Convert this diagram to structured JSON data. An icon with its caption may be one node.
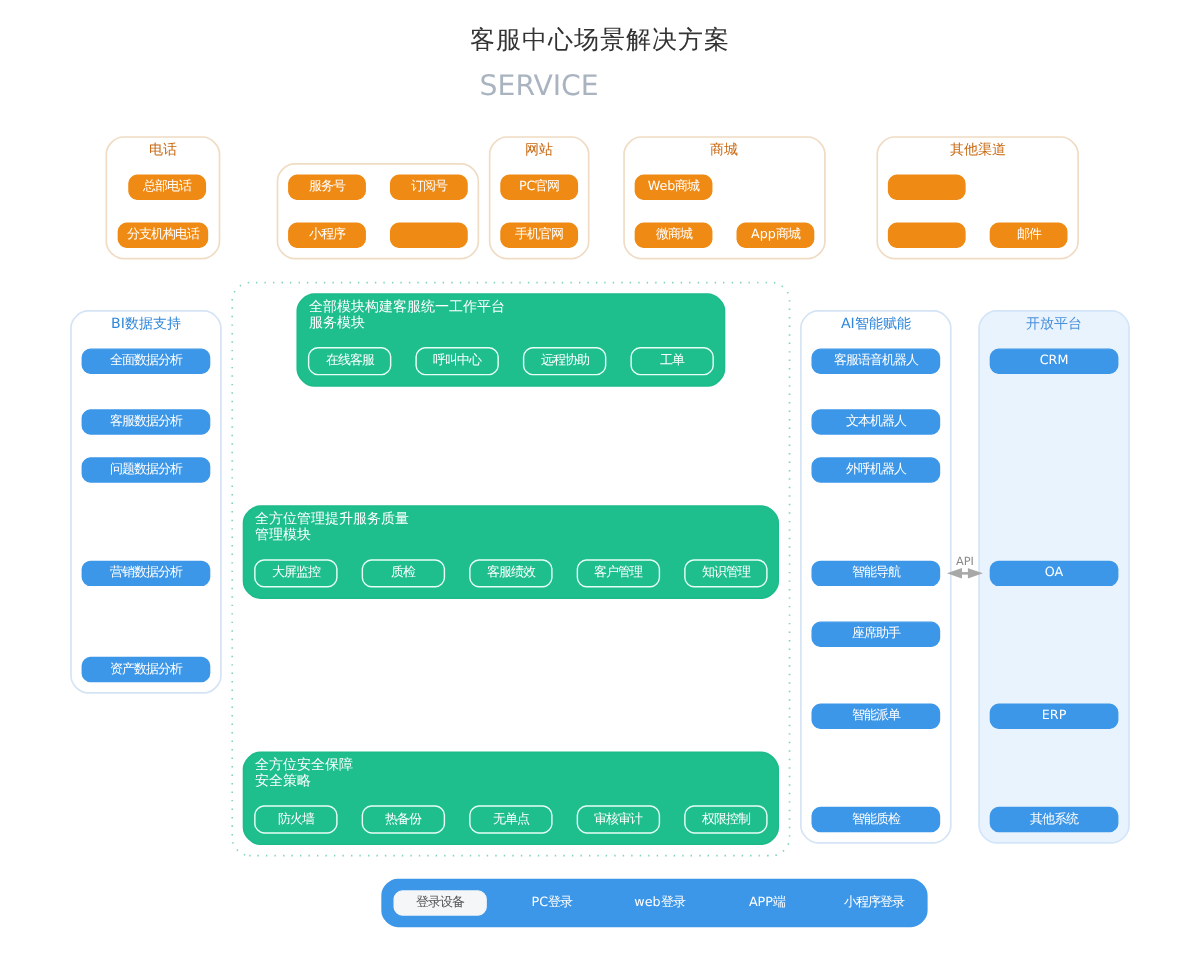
{
  "diagram": {
    "title": "客服中心场景解决方案",
    "nodes": [
      {
        "text": [
          "电话"
        ]
      },
      {
        "text": [
          "总部电话"
        ],
        "in": 0
      },
      {
        "text": [
          "分支机构电话"
        ],
        "in": 0
      },
      {
        "text": [],
        "shape": "box"
      },
      {
        "text": [
          "服务号"
        ],
        "in": 3
      },
      {
        "text": [
          "订阅号"
        ],
        "in": 3
      },
      {
        "text": [
          "小程序"
        ],
        "in": 3
      },
      {
        "text": [],
        "shape": "box",
        "in": 3
      },
      {
        "text": [
          "网站"
        ]
      },
      {
        "text": [
          "PC官网"
        ],
        "in": 8
      },
      {
        "text": [
          "手机官网"
        ],
        "in": 8
      },
      {
        "text": [
          "商城"
        ]
      },
      {
        "text": [
          "Web商城"
        ],
        "in": 11
      },
      {
        "text": [
          "微商城"
        ],
        "in": 11
      },
      {
        "text": [
          "App商城"
        ],
        "in": 11
      },
      {
        "text": [
          "其他渠道"
        ]
      },
      {
        "text": [],
        "shape": "box",
        "in": 15
      },
      {
        "text": [],
        "shape": "box",
        "in": 15
      },
      {
        "text": [
          "邮件"
        ],
        "in": 15
      },
      {
        "text": [
          "BI数据支持"
        ]
      },
      {
        "text": [
          "全面数据分析"
        ],
        "in": 19
      },
      {
        "text": [
          "客服数据分析"
        ],
        "in": 19
      },
      {
        "text": [
          "问题数据分析"
        ],
        "in": 19
      },
      {
        "text": [
          "营销数据分析"
        ],
        "in": 19
      },
      {
        "text": [
          "资产数据分析"
        ],
        "in": 19
      },
      {
        "text": [],
        "shape": "box"
      },
      {
        "text": [
          "全部模块构建客服统一工作平台",
          "服务模块"
        ],
        "in": 25
      },
      {
        "text": [
          "在线客服"
        ],
        "in": 26
      },
      {
        "text": [
          "呼叫中心"
        ],
        "in": 26
      },
      {
        "text": [
          "远程协助"
        ],
        "in": 26
      },
      {
        "text": [
          "工单"
        ],
        "in": 26
      },
      {
        "text": [
          "全方位管理提升服务质量",
          "管理模块"
        ],
        "in": 25
      },
      {
        "text": [
          "大屏监控"
        ],
        "in": 31
      },
      {
        "text": [
          "质检"
        ],
        "in": 31
      },
      {
        "text": [
          "客服绩效"
        ],
        "in": 31
      },
      {
        "text": [
          "客户管理"
        ],
        "in": 31
      },
      {
        "text": [
          "知识管理"
        ],
        "in": 31
      },
      {
        "text": [
          "全方位安全保障",
          "安全策略"
        ],
        "in": 25
      },
      {
        "text": [
          "防火墙"
        ],
        "in": 37
      },
      {
        "text": [
          "热备份"
        ],
        "in": 37
      },
      {
        "text": [
          "无单点"
        ],
        "in": 37
      },
      {
        "text": [
          "审核审计"
        ],
        "in": 37
      },
      {
        "text": [
          "权限控制"
        ],
        "in": 37
      },
      {
        "text": [
          "AI智能赋能"
        ]
      },
      {
        "text": [
          "客服语音机器人"
        ],
        "in": 43
      },
      {
        "text": [
          "文本机器人"
        ],
        "in": 43
      },
      {
        "text": [
          "外呼机器人"
        ],
        "in": 43
      },
      {
        "text": [
          "智能导航"
        ],
        "in": 43
      },
      {
        "text": [
          "座席助手"
        ],
        "in": 43
      },
      {
        "text": [
          "智能派单"
        ],
        "in": 43
      },
      {
        "text": [
          "智能质检"
        ],
        "in": 43
      },
      {
        "text": [
          "开放平台"
        ]
      },
      {
        "text": [
          "CRM"
        ],
        "in": 51
      },
      {
        "text": [
          "OA"
        ],
        "in": 51
      },
      {
        "text": [
          "ERP"
        ],
        "in": 51
      },
      {
        "text": [
          "其他系统"
        ],
        "in": 51
      },
      {
        "text": [],
        "shape": "bar"
      },
      {
        "text": [
          "登录设备"
        ],
        "in": 56
      },
      {
        "text": [
          "PC登录"
        ],
        "in": 56
      },
      {
        "text": [
          "web登录"
        ],
        "in": 56
      },
      {
        "text": [
          "APP端"
        ],
        "in": 56
      },
      {
        "text": [
          "小程序登录"
        ],
        "in": 56
      }
    ],
    "edges": [
      {
        "from": 43,
        "to": 51,
        "arrow": "both",
        "label": "API"
      }
    ],
    "labels": [
      "SERVICE"
    ]
  }
}
